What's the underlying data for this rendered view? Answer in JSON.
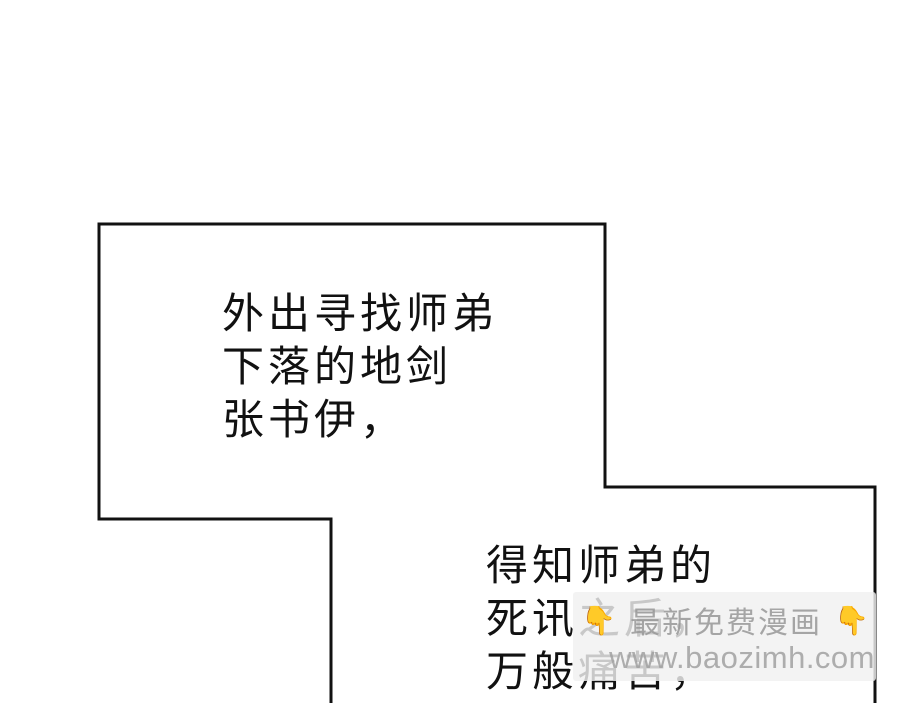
{
  "panel": {
    "background": "#ffffff",
    "frame_color": "#111111"
  },
  "captions": [
    {
      "id": "caption-1",
      "lines": [
        "外出寻找师弟",
        "下落的地剑",
        "张书伊，"
      ]
    },
    {
      "id": "caption-2",
      "lines": [
        "得知师弟的",
        "死讯之后，",
        "万般痛苦，"
      ]
    }
  ],
  "watermark": {
    "line1_text": "最新免费漫画",
    "left_icon": "pointing-down-hand-icon",
    "right_icon": "pointing-down-hand-icon",
    "hand_glyph": "👇",
    "line2_text": "www.baozimh.com"
  }
}
